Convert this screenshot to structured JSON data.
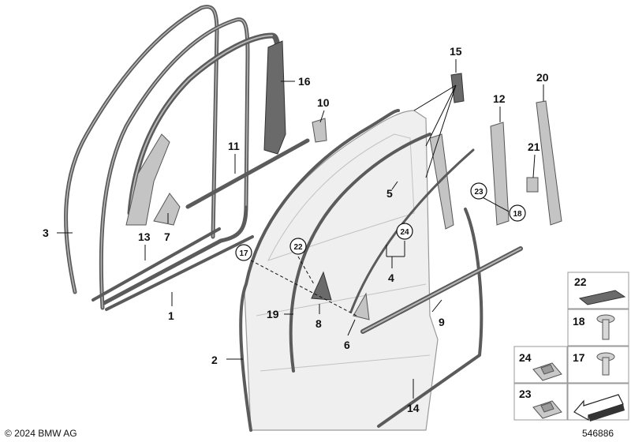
{
  "callouts": {
    "c1": "1",
    "c2": "2",
    "c3": "3",
    "c4": "4",
    "c5": "5",
    "c6": "6",
    "c7": "7",
    "c8": "8",
    "c9": "9",
    "c10": "10",
    "c11": "11",
    "c12": "12",
    "c13": "13",
    "c14": "14",
    "c15": "15",
    "c16": "16",
    "c17": "17",
    "c18": "18",
    "c19": "19",
    "c20": "20",
    "c21": "21",
    "c22": "22",
    "c23": "23",
    "c24": "24"
  },
  "legend_grid": {
    "c22": "22",
    "c18": "18",
    "c24": "24",
    "c17": "17",
    "c23": "23"
  },
  "footer": {
    "copyright": "© 2024 BMW AG",
    "diagram_number": "546886"
  },
  "colors": {
    "seal": "#5b5b5b",
    "part": "#c4c4c4",
    "door_panel": "#efefef",
    "grid_border": "#9a9a9a"
  }
}
